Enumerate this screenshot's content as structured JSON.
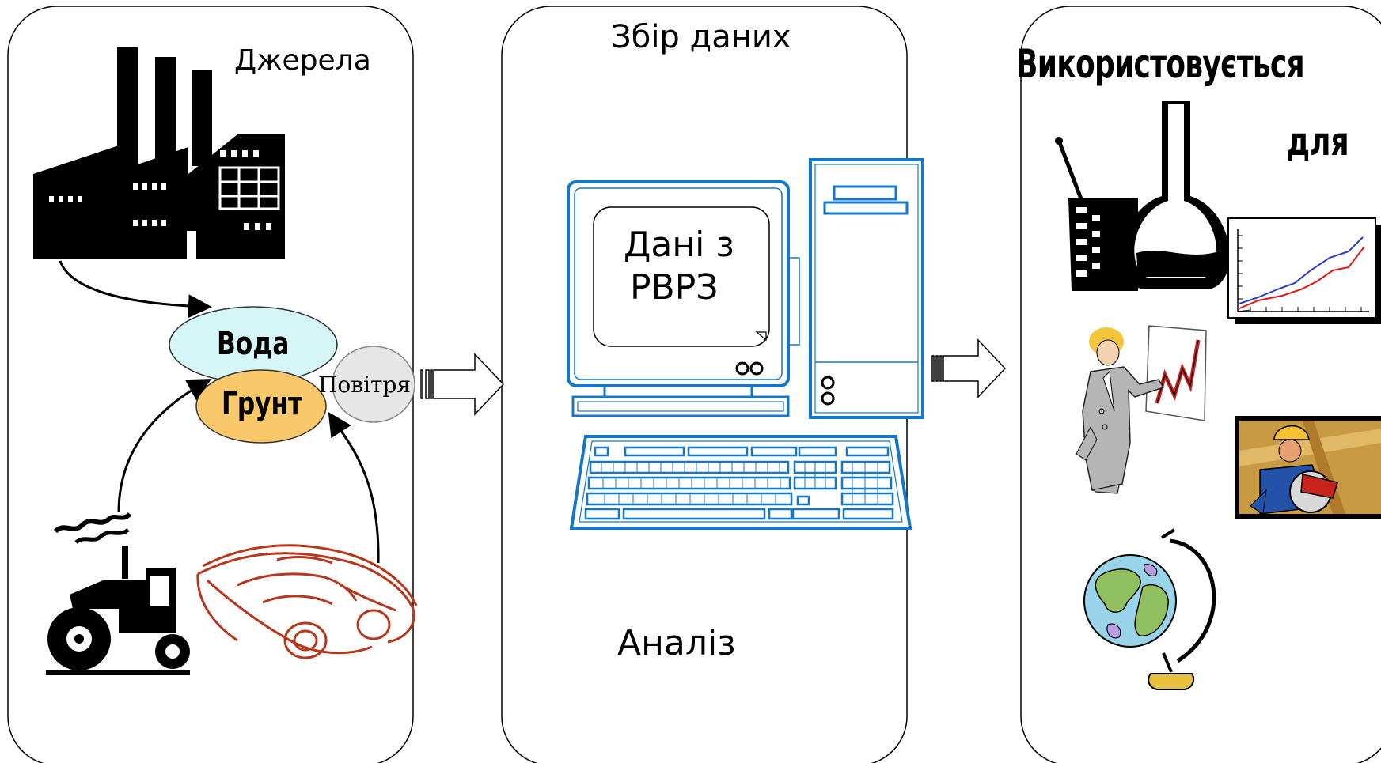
{
  "panels": {
    "sources": {
      "title": "Джерела"
    },
    "collection": {
      "title": "Збір даних",
      "screen_text_line1": "Дані з",
      "screen_text_line2": "РВРЗ",
      "footer": "Аналіз"
    },
    "uses": {
      "title_line1": "Використовується",
      "title_line2": "для"
    }
  },
  "media": {
    "water": "Вода",
    "soil": "Грунт",
    "air": "Повітря"
  },
  "colors": {
    "water": "#d6f5f6",
    "soil": "#f8c86a",
    "air": "#e6e6e6",
    "computer": "#1577c8",
    "car": "#b8361c"
  },
  "icons": [
    "factory-icon",
    "tractor-icon",
    "car-icon",
    "computer-icon",
    "lab-flask-icon",
    "line-chart-icon",
    "presenter-icon",
    "worker-icon",
    "globe-icon",
    "hollow-arrow-icon"
  ]
}
